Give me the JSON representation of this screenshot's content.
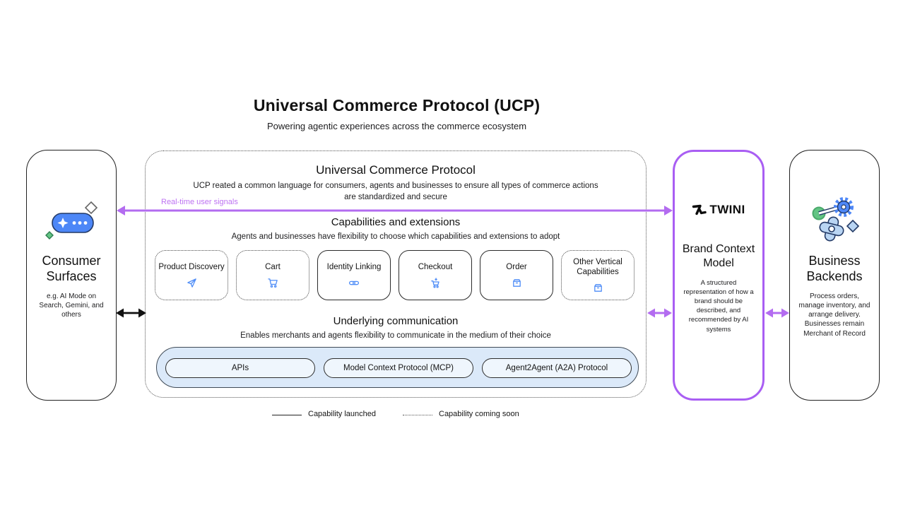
{
  "page": {
    "title": "Universal Commerce Protocol (UCP)",
    "subtitle": "Powering agentic experiences across the commerce ecosystem"
  },
  "consumer_surfaces": {
    "title": "Consumer Surfaces",
    "description": "e.g. AI Mode on Search, Gemini, and others",
    "icon": "ai-chat-pill-icon"
  },
  "ucp_panel": {
    "title": "Universal Commerce Protocol",
    "description": "UCP reated a common language for consumers, agents and businesses to ensure all types of commerce actions are standardized and secure",
    "capabilities_section": {
      "title": "Capabilities and extensions",
      "description": "Agents and businesses have flexibility to choose which capabilities and extensions to adopt",
      "items": [
        {
          "label": "Product Discovery",
          "icon": "send-icon",
          "status": "coming-soon"
        },
        {
          "label": "Cart",
          "icon": "cart-icon",
          "status": "coming-soon"
        },
        {
          "label": "Identity Linking",
          "icon": "link-icon",
          "status": "launched"
        },
        {
          "label": "Checkout",
          "icon": "checkout-cart-icon",
          "status": "launched"
        },
        {
          "label": "Order",
          "icon": "order-box-icon",
          "status": "launched"
        },
        {
          "label": "Other Vertical Capabilities",
          "icon": "vertical-box-icon",
          "status": "coming-soon"
        }
      ]
    },
    "communication_section": {
      "title": "Underlying communication",
      "description": "Enables merchants and agents flexibility to communicate in the medium of their choice",
      "protocols": [
        "APIs",
        "Model Context Protocol (MCP)",
        "Agent2Agent (A2A) Protocol"
      ]
    }
  },
  "twini": {
    "logo_text": "TWINI",
    "title": "Brand Context Model",
    "description": "A structured representation of how a brand should be described, and recommended by AI systems"
  },
  "business_backends": {
    "title": "Business Backends",
    "description": "Process orders, manage inventory, and arrange delivery. Businesses remain Merchant of Record",
    "icon": "gears-icon"
  },
  "arrows": {
    "realtime_label": "Real-time user signals"
  },
  "legend": {
    "launched": "Capability launched",
    "coming_soon": "Capability coming soon"
  },
  "colors": {
    "purple": "#a95ef3",
    "purple_arrow": "#b36cf0",
    "purple_label": "#bd72f2",
    "blue_icon": "#4f8df7",
    "light_blue_bg": "#dbe9f9",
    "pill_bg": "#eff6fd"
  }
}
